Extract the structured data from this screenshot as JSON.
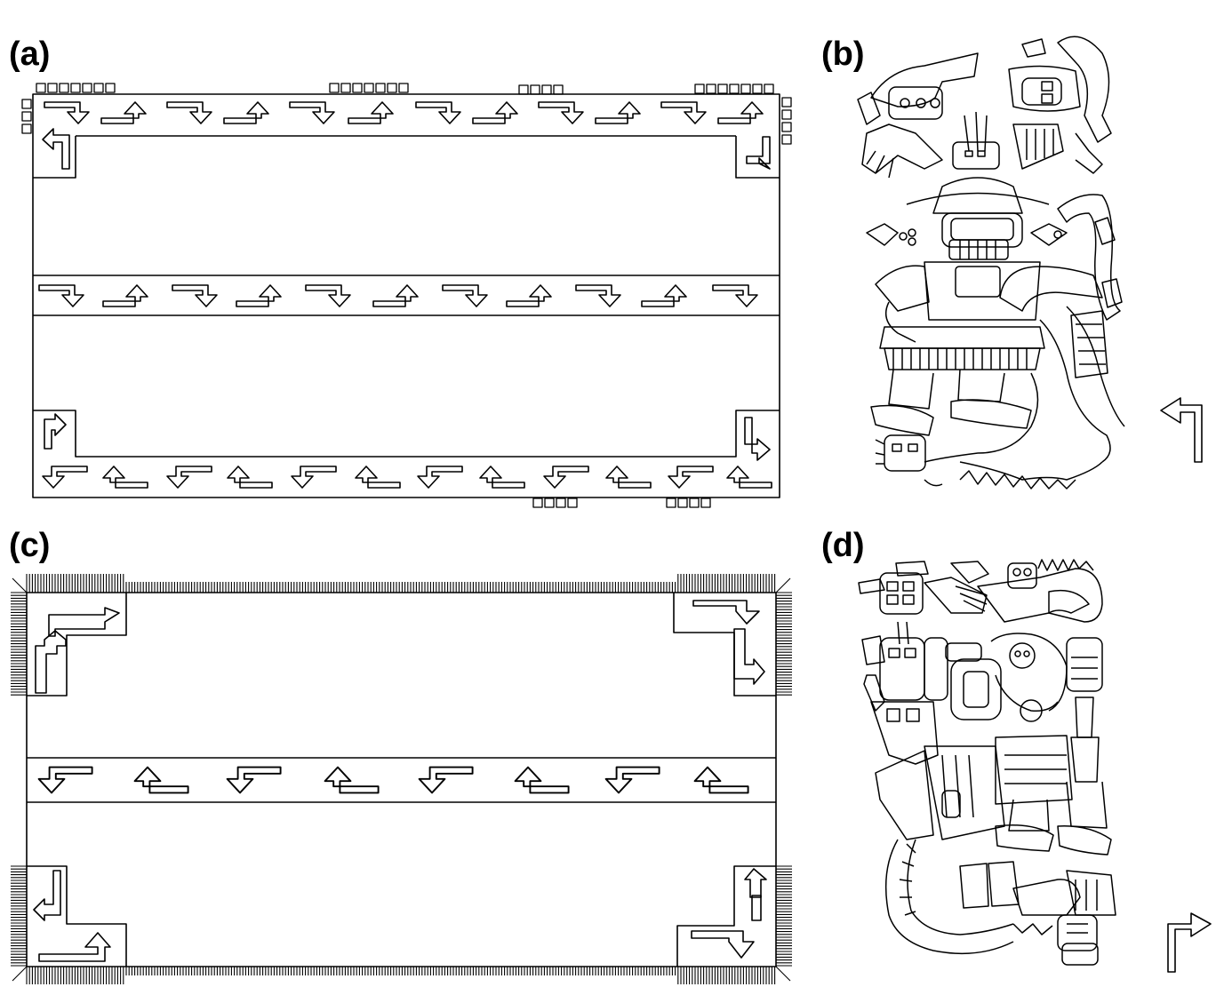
{
  "panels": [
    {
      "id": "a",
      "label": "(a)"
    },
    {
      "id": "b",
      "label": "(b)"
    },
    {
      "id": "c",
      "label": "(c)"
    },
    {
      "id": "d",
      "label": "(d)"
    }
  ],
  "colors": {
    "ink": "#000000",
    "paper": "#ffffff"
  },
  "icons": {
    "step_down": "stepped-arrow-down-icon",
    "step_up": "stepped-arrow-up-icon",
    "corner": "corner-arrow-icon",
    "turn_left": "turn-left-arrow-icon",
    "turn_right": "turn-right-arrow-icon",
    "figure": "iconographic-figure-drawing"
  }
}
